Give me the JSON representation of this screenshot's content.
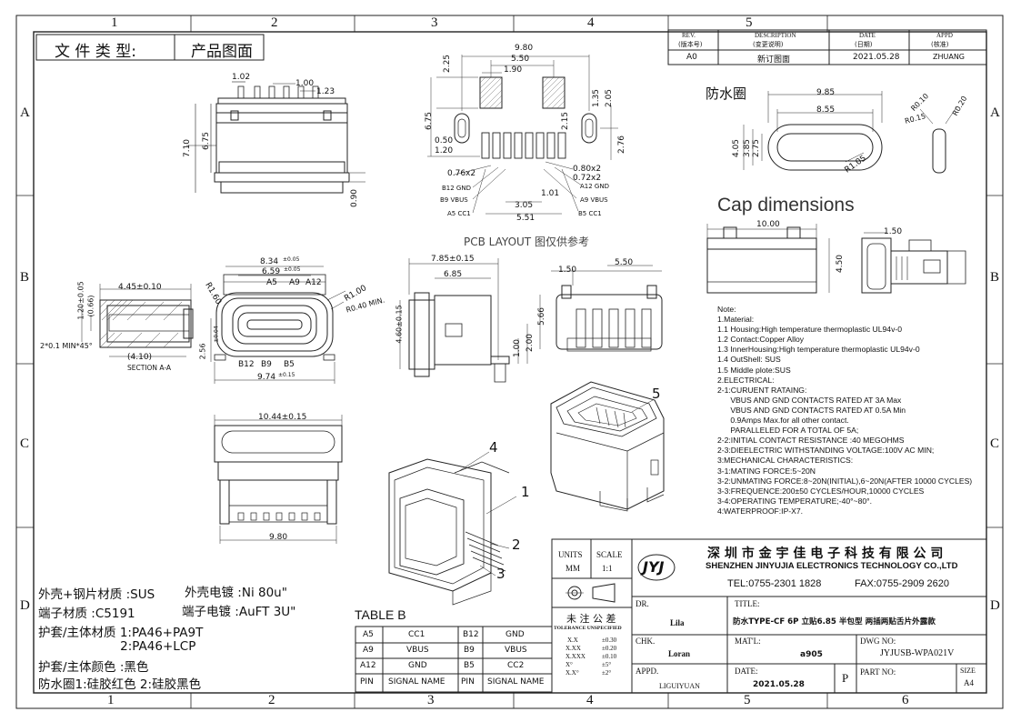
{
  "border": {
    "top_numbers": [
      "1",
      "2",
      "3",
      "4",
      "5"
    ],
    "bottom_numbers": [
      "1",
      "2",
      "3",
      "4",
      "5",
      "6"
    ],
    "left_letters": [
      "A",
      "B",
      "C",
      "D"
    ],
    "right_letters": [
      "A",
      "B",
      "C",
      "D"
    ]
  },
  "doc_type": {
    "label": "文 件 类 型:",
    "value": "产品图面"
  },
  "revision": {
    "headers": [
      "REV.",
      "DESCRIPTION",
      "DATE",
      "APPD"
    ],
    "headers_cn": [
      "(版本号)",
      "(变更说明)",
      "(日期)",
      "(核准)"
    ],
    "row": [
      "A0",
      "新订图面",
      "2021.05.28",
      "ZHUANG"
    ]
  },
  "pcb_layout": {
    "caption": "PCB LAYOUT 图仅供参考",
    "dims": [
      "9.80",
      "5.50",
      "1.90",
      "2.25",
      "6.75",
      "0.50",
      "1.20",
      "2.15",
      "1.35",
      "2.05",
      "2.76",
      "0.76x2",
      "0.80x2",
      "0.72x2",
      "3.05",
      "1.01",
      "5.51"
    ],
    "pins_left": [
      "B12 GND",
      "B9 VBUS",
      "A5 CC1"
    ],
    "pins_right": [
      "A12 GND",
      "A9 VBUS",
      "B5 CC1"
    ]
  },
  "top_view_dims": [
    "1.02",
    "1.00",
    "1.23",
    "7.10",
    "6.75",
    "0.90"
  ],
  "front_view": {
    "dims": [
      "8.34",
      "6.59",
      "R1.60",
      "R1.00",
      "R0.40 MIN.",
      "2.56",
      "9.74",
      "A5",
      "A9",
      "A12",
      "B12",
      "B9",
      "B5"
    ],
    "tolerances": [
      "±0.05",
      "±0.05",
      "±0.04",
      "±0.15"
    ]
  },
  "section": {
    "dims": [
      "4.45±0.10",
      "1.20±0.05",
      "(0.66)",
      "2*0.1 MIN*45°",
      "(4.10)"
    ],
    "label": "SECTION A-A"
  },
  "side_view_dims": [
    "7.85±0.15",
    "6.85",
    "4.60±0.15",
    "1.00",
    "2.00"
  ],
  "rear_view_dims": [
    "1.50",
    "5.50",
    "5.66"
  ],
  "bottom_view_dims": [
    "10.44±0.15",
    "9.80"
  ],
  "seal_ring": {
    "title": "防水圈",
    "dims": [
      "9.85",
      "8.55",
      "4.05",
      "3.85",
      "2.75",
      "R1.05",
      "R0.10",
      "R0.15",
      "R0.20"
    ]
  },
  "cap": {
    "title": "Cap dimensions",
    "dims": [
      "10.00",
      "4.50",
      "1.50"
    ]
  },
  "callouts": [
    "1",
    "2",
    "3",
    "4",
    "5"
  ],
  "notes": [
    "Note:",
    "1.Material:",
    "1.1  Housing:High temperature thermoplastic UL94v-0",
    "1.2  Contact:Copper Alloy",
    "1.3  InnerHousing:High temperature thermoplastic UL94v-0",
    "1.4  OutShell: SUS",
    "1.5  Middle plote:SUS",
    "2.ELECTRICAL:",
    "2-1:CURUENT RATAING:",
    "      VBUS AND GND CONTACTS RATED AT 3A Max",
    "      VBUS AND GND CONTACTS RATED AT 0.5A Min",
    "      0.9Amps Max.for all other contact.",
    "      PARALLELED FOR A TOTAL OF 5A;",
    "2-2:INITIAL CONTACT RESISTANCE :40 MEGOHMS",
    "2-3:DIEELECTRIC WITHSTANDING VOLTAGE:100V AC MIN;",
    "3:MECHANICAL CHARACTERISTICS:",
    "3-1:MATING FORCE:5~20N",
    "3-2:UNMATING FORCE:8~20N(INITIAL),6~20N(AFTER 10000 CYCLES)",
    "3-3:FREQUENCE:200±50 CYCLES/HOUR,10000 CYCLES",
    "3-4:OPERATING TEMPERATURE;-40°~80°.",
    "4:WATERPROOF:IP-X7."
  ],
  "materials": [
    {
      "left": "外壳+钢片材质 :SUS",
      "right": "外壳电镀 :Ni 80u\""
    },
    {
      "left": "端子材质 :C5191",
      "right": "端子电镀 :AuFT 3U\""
    },
    {
      "left": "护套/主体材质 1:PA46+PA9T",
      "right": ""
    },
    {
      "left": "                     2:PA46+LCP",
      "right": ""
    },
    {
      "left": "护套/主体颜色 :黑色",
      "right": ""
    },
    {
      "left": "防水圈1:硅胶红色  2:硅胶黑色",
      "right": ""
    }
  ],
  "table_b": {
    "title": "TABLE B",
    "rows": [
      [
        "A5",
        "CC1",
        "B12",
        "GND"
      ],
      [
        "A9",
        "VBUS",
        "B9",
        "VBUS"
      ],
      [
        "A12",
        "GND",
        "B5",
        "CC2"
      ],
      [
        "PIN",
        "SIGNAL NAME",
        "PIN",
        "SIGNAL NAME"
      ]
    ]
  },
  "title_block": {
    "units_label": "UNITS",
    "units_value": "MM",
    "scale_label": "SCALE",
    "scale_value": "1:1",
    "logo": "JYJ",
    "company_cn": "深 圳 市 金 宇 佳 电 子 科 技 有 限 公 司",
    "company_en": "SHENZHEN JINYUJIA ELECTRONICS TECHNOLOGY CO.,LTD",
    "tel": "TEL:0755-2301 1828",
    "fax": "FAX:0755-2909 2620",
    "tolerance_title": "未 注 公 差",
    "tolerance_sub": "TOLERANCE UNSPECIFIED",
    "tolerances": [
      [
        "X.X",
        "±0.30"
      ],
      [
        "X.XX",
        "±0.20"
      ],
      [
        "X.XXX",
        "±0.10"
      ],
      [
        "X°",
        "±5°"
      ],
      [
        "X.X°",
        "±2°"
      ]
    ],
    "dr_label": "DR.",
    "dr_value": "Lila",
    "chk_label": "CHK.",
    "chk_value": "Loran",
    "appd_label": "APPD.",
    "appd_value": "LIGUIYUAN",
    "title_label": "TITLE:",
    "title_value": "防水TYPE-CF 6P 立贴6.85 半包型 两插两贴舌片外露款",
    "matl_label": "MAT'L:",
    "matl_value": "a905",
    "date_label": "DATE:",
    "date_value": "2021.05.28",
    "p_label": "P",
    "dwg_label": "DWG NO:",
    "dwg_value": "JYJUSB-WPA021V",
    "part_label": "PART NO:",
    "size_label": "SIZE",
    "size_value": "A4"
  }
}
